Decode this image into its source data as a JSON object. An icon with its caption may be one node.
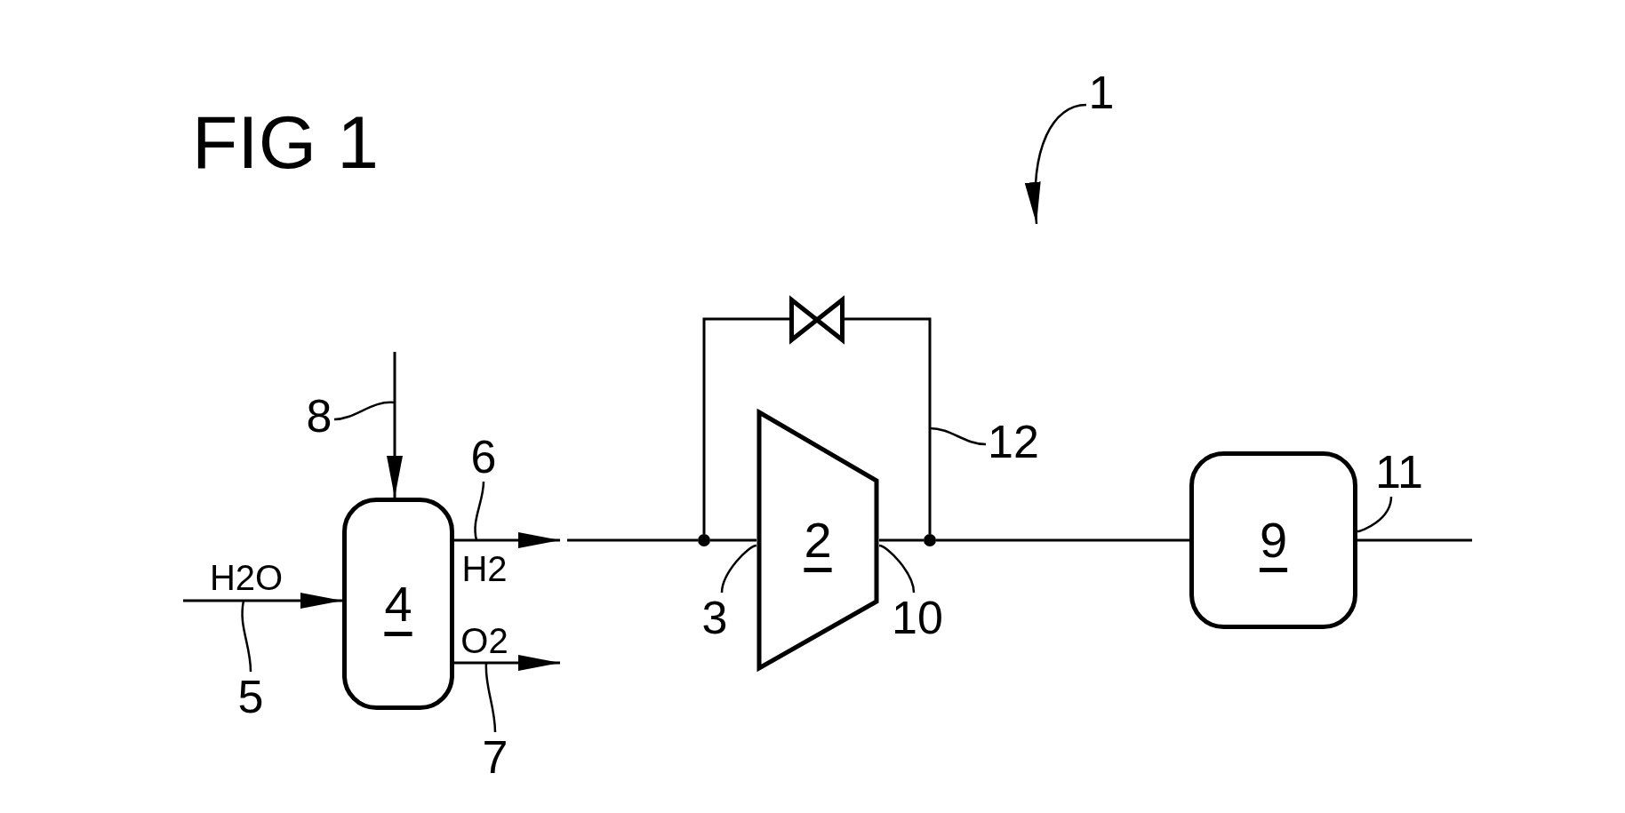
{
  "diagram": {
    "title": "FIG 1",
    "nodes": [
      {
        "text": [
          "4"
        ]
      },
      {
        "text": [
          "2"
        ]
      },
      {
        "text": [
          "9"
        ]
      },
      {
        "text": [],
        "shape": "valve"
      },
      {
        "text": [],
        "shape": "dot"
      },
      {
        "text": [],
        "shape": "dot"
      },
      {
        "text": [
          "8"
        ]
      },
      {
        "text": [
          "6"
        ]
      },
      {
        "text": [
          "5"
        ]
      },
      {
        "text": [
          "7"
        ]
      },
      {
        "text": [
          "3"
        ]
      },
      {
        "text": [
          "10"
        ]
      },
      {
        "text": [
          "12"
        ]
      },
      {
        "text": [
          "11"
        ]
      },
      {
        "text": [
          "1"
        ]
      }
    ],
    "edges": [
      {
        "from": null,
        "to": 0,
        "arrow": "to",
        "label": "H2O"
      },
      {
        "from": null,
        "to": 0,
        "arrow": "to"
      },
      {
        "from": 0,
        "to": null,
        "arrow": "to",
        "label": "H2"
      },
      {
        "from": 0,
        "to": null,
        "arrow": "to",
        "label": "O2"
      },
      {
        "from": null,
        "to": 4,
        "arrow": "none"
      },
      {
        "from": 4,
        "to": 1,
        "arrow": "none"
      },
      {
        "from": 1,
        "to": 5,
        "arrow": "none"
      },
      {
        "from": 5,
        "to": 2,
        "arrow": "none"
      },
      {
        "from": 2,
        "to": null,
        "arrow": "none"
      },
      {
        "from": 4,
        "to": 3,
        "arrow": "none"
      },
      {
        "from": 3,
        "to": 5,
        "arrow": "none"
      },
      {
        "from": 6,
        "to": null,
        "arrow": "none"
      },
      {
        "from": 7,
        "to": null,
        "arrow": "none"
      },
      {
        "from": 8,
        "to": null,
        "arrow": "none"
      },
      {
        "from": 9,
        "to": null,
        "arrow": "none"
      },
      {
        "from": 10,
        "to": 1,
        "arrow": "none"
      },
      {
        "from": 11,
        "to": 1,
        "arrow": "none"
      },
      {
        "from": 12,
        "to": null,
        "arrow": "none"
      },
      {
        "from": 13,
        "to": 2,
        "arrow": "none"
      },
      {
        "from": 14,
        "to": null,
        "arrow": "to"
      }
    ]
  }
}
